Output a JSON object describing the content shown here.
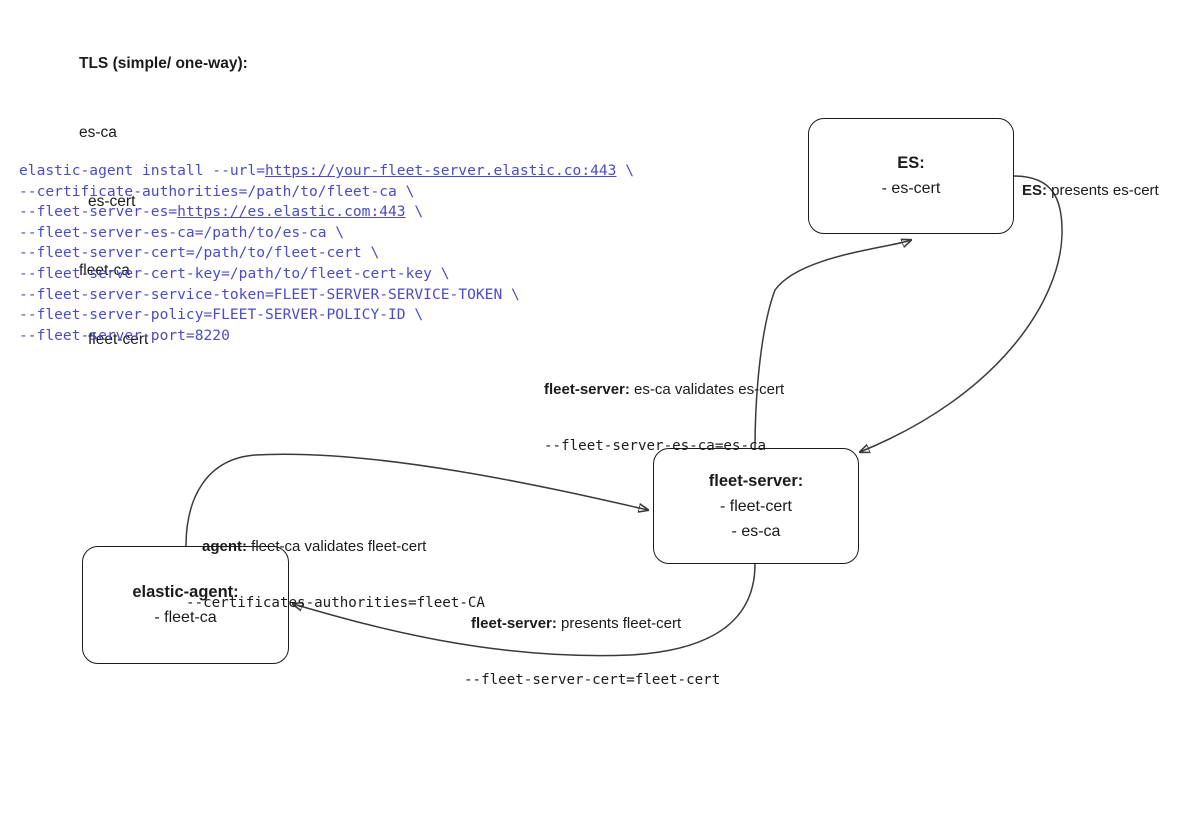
{
  "legend": {
    "title": "TLS (simple/ one-way):",
    "lines": [
      {
        "text": "es-ca",
        "indent": false
      },
      {
        "text": "es-cert",
        "indent": true
      },
      {
        "text": "fleet-ca",
        "indent": false
      },
      {
        "text": "fleet-cert",
        "indent": true
      }
    ]
  },
  "command": {
    "lines": [
      {
        "segments": [
          {
            "text": "elastic-agent install --url=",
            "link": false
          },
          {
            "text": "https://your-fleet-server.elastic.co:443",
            "link": true
          },
          {
            "text": " \\",
            "link": false
          }
        ]
      },
      {
        "segments": [
          {
            "text": "--certificate-authorities=/path/to/fleet-ca \\",
            "link": false
          }
        ]
      },
      {
        "segments": [
          {
            "text": "--fleet-server-es=",
            "link": false
          },
          {
            "text": "https://es.elastic.com:443",
            "link": true
          },
          {
            "text": " \\",
            "link": false
          }
        ]
      },
      {
        "segments": [
          {
            "text": "--fleet-server-es-ca=/path/to/es-ca \\",
            "link": false
          }
        ]
      },
      {
        "segments": [
          {
            "text": "--fleet-server-cert=/path/to/fleet-cert \\",
            "link": false
          }
        ]
      },
      {
        "segments": [
          {
            "text": "--fleet-server-cert-key=/path/to/fleet-cert-key \\",
            "link": false
          }
        ]
      },
      {
        "segments": [
          {
            "text": "--fleet-server-service-token=FLEET-SERVER-SERVICE-TOKEN \\",
            "link": false
          }
        ]
      },
      {
        "segments": [
          {
            "text": "--fleet-server-policy=FLEET-SERVER-POLICY-ID \\",
            "link": false
          }
        ]
      },
      {
        "segments": [
          {
            "text": "--fleet-server-port=8220",
            "link": false
          }
        ]
      }
    ]
  },
  "nodes": {
    "es": {
      "title": "ES:",
      "items": [
        "- es-cert"
      ]
    },
    "fleet_server": {
      "title": "fleet-server:",
      "items": [
        "- fleet-cert",
        "- es-ca"
      ]
    },
    "elastic_agent": {
      "title": "elastic-agent:",
      "items": [
        "- fleet-ca"
      ]
    }
  },
  "edge_labels": {
    "es_presents": {
      "actor": "ES:",
      "prose": " presents es-cert",
      "code": ""
    },
    "fleet_server_validates": {
      "actor": "fleet-server:",
      "prose": " es-ca validates es-cert",
      "code": "--fleet-server-es-ca=es-ca"
    },
    "agent_validates": {
      "actor": "agent:",
      "prose": " fleet-ca validates fleet-cert",
      "code": "--certificates-authorities=fleet-CA"
    },
    "fleet_server_presents": {
      "actor": "fleet-server:",
      "prose": " presents fleet-cert",
      "code": "--fleet-server-cert=fleet-cert"
    }
  },
  "colors": {
    "code_text": "#4b4bc8",
    "diagram_stroke": "#3a3a3a",
    "node_border": "#1b1b1b",
    "text": "#1b1b1b",
    "background": "#ffffff"
  }
}
